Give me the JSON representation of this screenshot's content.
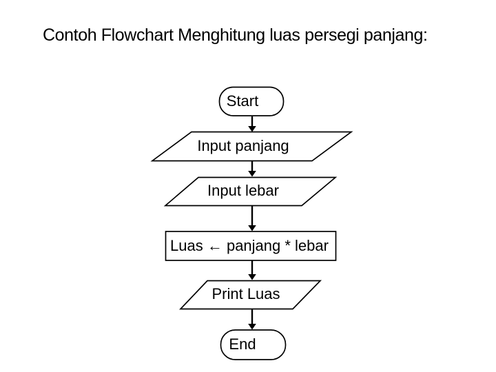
{
  "colors": {
    "background": "#ffffff",
    "line": "#000000",
    "text": "#000000"
  },
  "title": "Contoh Flowchart Menghitung luas persegi panjang:",
  "flowchart": {
    "nodes": [
      {
        "id": "start",
        "type": "terminator",
        "label": "Start"
      },
      {
        "id": "input-panjang",
        "type": "input-parallelogram",
        "label": "Input panjang"
      },
      {
        "id": "input-lebar",
        "type": "input-parallelogram",
        "label": "Input lebar"
      },
      {
        "id": "process-luas",
        "type": "process-rectangle",
        "label": "Luas ← panjang * lebar"
      },
      {
        "id": "print-luas",
        "type": "output-parallelogram",
        "label": "Print Luas"
      },
      {
        "id": "end",
        "type": "terminator",
        "label": "End"
      }
    ],
    "connections": [
      {
        "from": "start",
        "to": "input-panjang"
      },
      {
        "from": "input-panjang",
        "to": "input-lebar"
      },
      {
        "from": "input-lebar",
        "to": "process-luas"
      },
      {
        "from": "process-luas",
        "to": "print-luas"
      },
      {
        "from": "print-luas",
        "to": "end"
      }
    ]
  }
}
